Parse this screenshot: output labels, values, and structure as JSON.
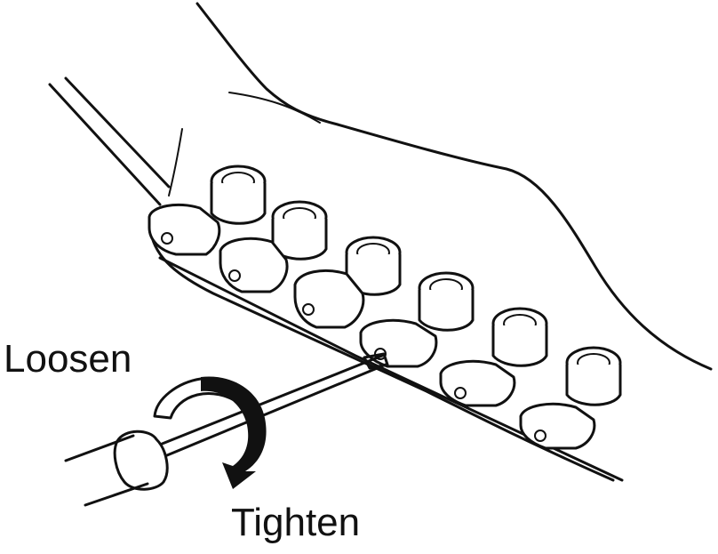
{
  "labels": {
    "loosen": "Loosen",
    "tighten": "Tighten"
  },
  "figure": {
    "saddle_count": 6,
    "arrow_direction": "clockwise"
  },
  "colors": {
    "ink": "#111111",
    "background": "#ffffff"
  }
}
